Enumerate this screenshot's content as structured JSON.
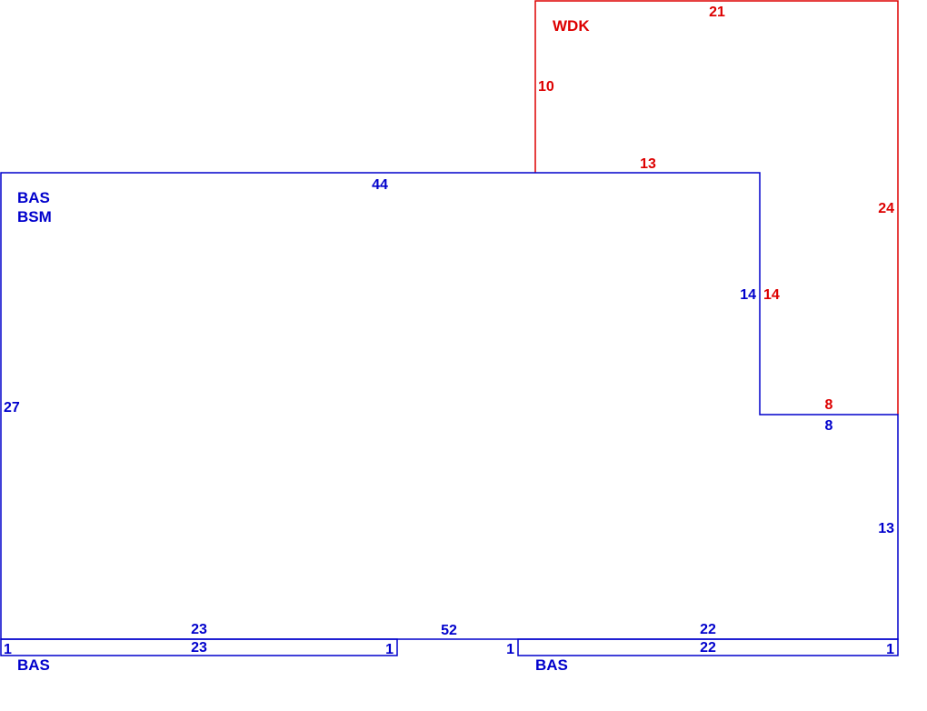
{
  "colors": {
    "primary": "#0000cc",
    "deck": "#dd0000",
    "background": "#ffffff"
  },
  "areas": {
    "main": [
      "BAS",
      "BSM"
    ],
    "deck": "WDK",
    "strip_left": "BAS",
    "strip_right": "BAS"
  },
  "dimensions": {
    "deck": {
      "top": "21",
      "left": "10",
      "bottom": "13",
      "right": "24",
      "inner": "14",
      "lower": "8"
    },
    "main": {
      "top": "44",
      "left": "27",
      "right_upper": "14",
      "notch": "8",
      "right_lower": "13",
      "bottom_total": "52",
      "bottom_left": "23",
      "bottom_right": "22"
    },
    "strip_left": {
      "top": "23",
      "left": "1",
      "right": "1"
    },
    "strip_right": {
      "top": "22",
      "left": "1",
      "right": "1"
    }
  }
}
